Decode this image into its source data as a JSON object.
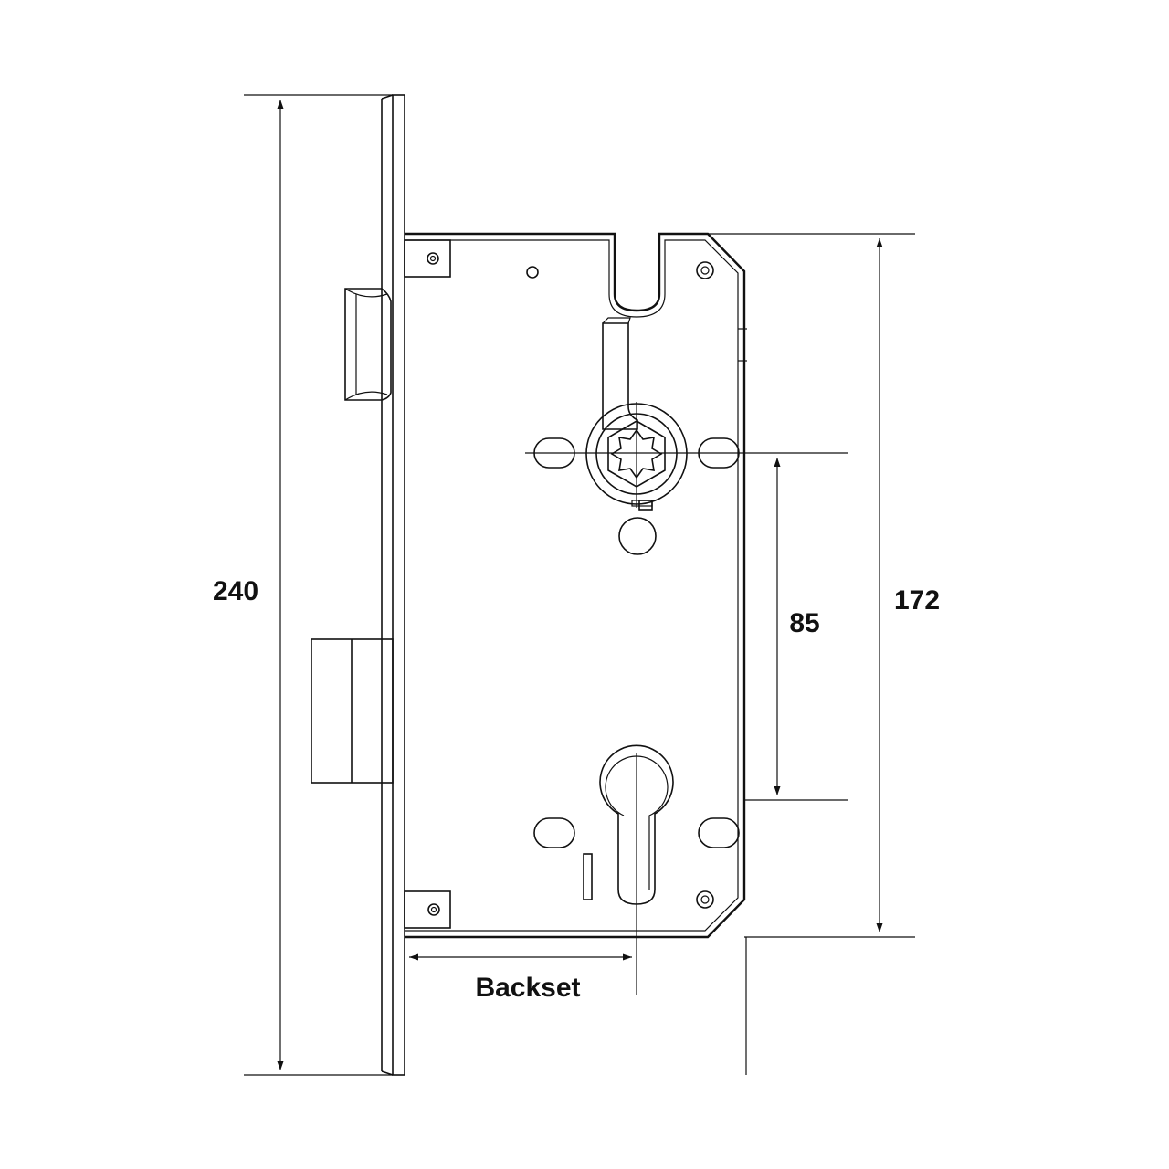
{
  "dimensions": {
    "overall_height": "240",
    "case_height": "172",
    "center_distance": "85",
    "backset": "Backset"
  },
  "colors": {
    "line": "#111111",
    "background": "#ffffff"
  }
}
